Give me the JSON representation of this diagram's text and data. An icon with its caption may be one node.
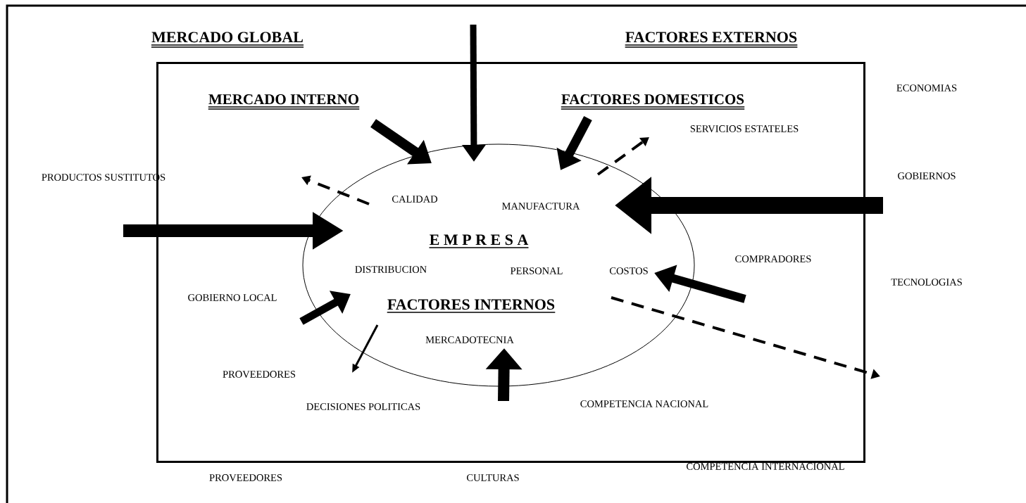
{
  "diagram": {
    "nodes": [
      {
        "text": [
          "MERCADO GLOBAL",
          "FACTORES EXTERNOS"
        ]
      },
      {
        "text": [
          "MERCADO INTERNO",
          "FACTORES DOMESTICOS"
        ],
        "in": 0
      },
      {
        "text": [
          "E M P R E S A",
          "FACTORES INTERNOS"
        ],
        "in": 1
      }
    ],
    "edges": [
      {
        "from": null,
        "to": 2,
        "arrow": "to"
      },
      {
        "from": null,
        "to": 2,
        "arrow": "to"
      },
      {
        "from": null,
        "to": 2,
        "arrow": "to"
      },
      {
        "from": 2,
        "to": null,
        "arrow": "to",
        "style": "dashed"
      },
      {
        "from": 2,
        "to": null,
        "arrow": "to",
        "style": "dashed"
      },
      {
        "from": null,
        "to": 2,
        "arrow": "to"
      },
      {
        "from": null,
        "to": 2,
        "arrow": "to",
        "style": "thick"
      },
      {
        "from": null,
        "to": 2,
        "arrow": "to"
      },
      {
        "from": 2,
        "to": null,
        "arrow": "to",
        "style": "dashed"
      },
      {
        "from": null,
        "to": 2,
        "arrow": "to"
      },
      {
        "from": 2,
        "to": null,
        "arrow": "to"
      },
      {
        "from": null,
        "to": 2,
        "arrow": "to"
      }
    ],
    "labels": [
      "ECONOMIAS",
      "SERVICIOS ESTATELES",
      "PRODUCTOS SUSTITUTOS",
      "GOBIERNOS",
      "CALIDAD",
      "MANUFACTURA",
      "DISTRIBUCION",
      "PERSONAL",
      "COSTOS",
      "COMPRADORES",
      "TECNOLOGIAS",
      "GOBIERNO LOCAL",
      "MERCADOTECNIA",
      "PROVEEDORES",
      "DECISIONES POLITICAS",
      "COMPETENCIA NACIONAL",
      "COMPETENCIA INTERNACIONAL",
      "PROVEEDORES",
      "CULTURAS"
    ]
  }
}
